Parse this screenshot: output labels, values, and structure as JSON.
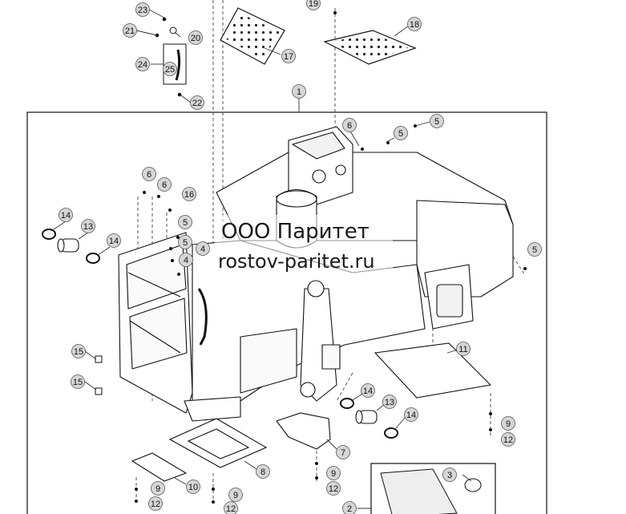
{
  "watermark": {
    "line1": "ООО Паритет",
    "line2": "rostov-paritet.ru"
  },
  "callouts": [
    {
      "label": "23"
    },
    {
      "label": "21"
    },
    {
      "label": "20"
    },
    {
      "label": "24"
    },
    {
      "label": "25"
    },
    {
      "label": "22"
    },
    {
      "label": "17"
    },
    {
      "label": "19"
    },
    {
      "label": "18"
    },
    {
      "label": "1"
    },
    {
      "label": "6"
    },
    {
      "label": "5"
    },
    {
      "label": "5"
    },
    {
      "label": "6"
    },
    {
      "label": "6"
    },
    {
      "label": "16"
    },
    {
      "label": "14"
    },
    {
      "label": "13"
    },
    {
      "label": "14"
    },
    {
      "label": "5"
    },
    {
      "label": "5"
    },
    {
      "label": "4"
    },
    {
      "label": "4"
    },
    {
      "label": "5"
    },
    {
      "label": "15"
    },
    {
      "label": "15"
    },
    {
      "label": "11"
    },
    {
      "label": "14"
    },
    {
      "label": "13"
    },
    {
      "label": "14"
    },
    {
      "label": "9"
    },
    {
      "label": "12"
    },
    {
      "label": "7"
    },
    {
      "label": "8"
    },
    {
      "label": "9"
    },
    {
      "label": "12"
    },
    {
      "label": "10"
    },
    {
      "label": "9"
    },
    {
      "label": "9"
    },
    {
      "label": "12"
    },
    {
      "label": "12"
    },
    {
      "label": "3"
    },
    {
      "label": "2"
    }
  ]
}
